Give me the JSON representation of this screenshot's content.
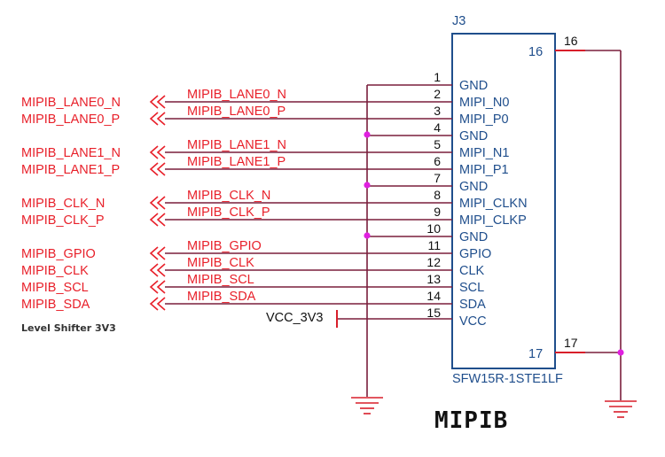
{
  "connector": {
    "ref": "J3",
    "part": "SFW15R-1STE1LF",
    "pins": [
      {
        "num": "1",
        "name": "GND",
        "net": ""
      },
      {
        "num": "2",
        "name": "MIPI_N0",
        "net": "MIPIB_LANE0_N"
      },
      {
        "num": "3",
        "name": "MIPI_P0",
        "net": "MIPIB_LANE0_P"
      },
      {
        "num": "4",
        "name": "GND",
        "net": ""
      },
      {
        "num": "5",
        "name": "MIPI_N1",
        "net": "MIPIB_LANE1_N"
      },
      {
        "num": "6",
        "name": "MIPI_P1",
        "net": "MIPIB_LANE1_P"
      },
      {
        "num": "7",
        "name": "GND",
        "net": ""
      },
      {
        "num": "8",
        "name": "MIPI_CLKN",
        "net": "MIPIB_CLK_N"
      },
      {
        "num": "9",
        "name": "MIPI_CLKP",
        "net": "MIPIB_CLK_P"
      },
      {
        "num": "10",
        "name": "GND",
        "net": ""
      },
      {
        "num": "11",
        "name": "GPIO",
        "net": "MIPIB_GPIO"
      },
      {
        "num": "12",
        "name": "CLK",
        "net": "MIPIB_CLK"
      },
      {
        "num": "13",
        "name": "SCL",
        "net": "MIPIB_SCL"
      },
      {
        "num": "14",
        "name": "SDA",
        "net": "MIPIB_SDA"
      },
      {
        "num": "15",
        "name": "VCC",
        "net": ""
      }
    ],
    "right_pins": [
      {
        "pin_label": "16",
        "wire_label": "16"
      },
      {
        "pin_label": "17",
        "wire_label": "17"
      }
    ]
  },
  "ports": [
    "MIPIB_LANE0_N",
    "MIPIB_LANE0_P",
    "MIPIB_LANE1_N",
    "MIPIB_LANE1_P",
    "MIPIB_CLK_N",
    "MIPIB_CLK_P",
    "MIPIB_GPIO",
    "MIPIB_CLK",
    "MIPIB_SCL",
    "MIPIB_SDA"
  ],
  "power_net": "VCC_3V3",
  "note": "Level Shifter 3V3",
  "title": "MIPIB",
  "colors": {
    "wire": "#7a1e3c",
    "pin_stub": "#d81e2a",
    "box": "#1f4e8c",
    "junction": "#e020e0",
    "net_label": "#e8202a",
    "ground": "#d81e2a"
  }
}
